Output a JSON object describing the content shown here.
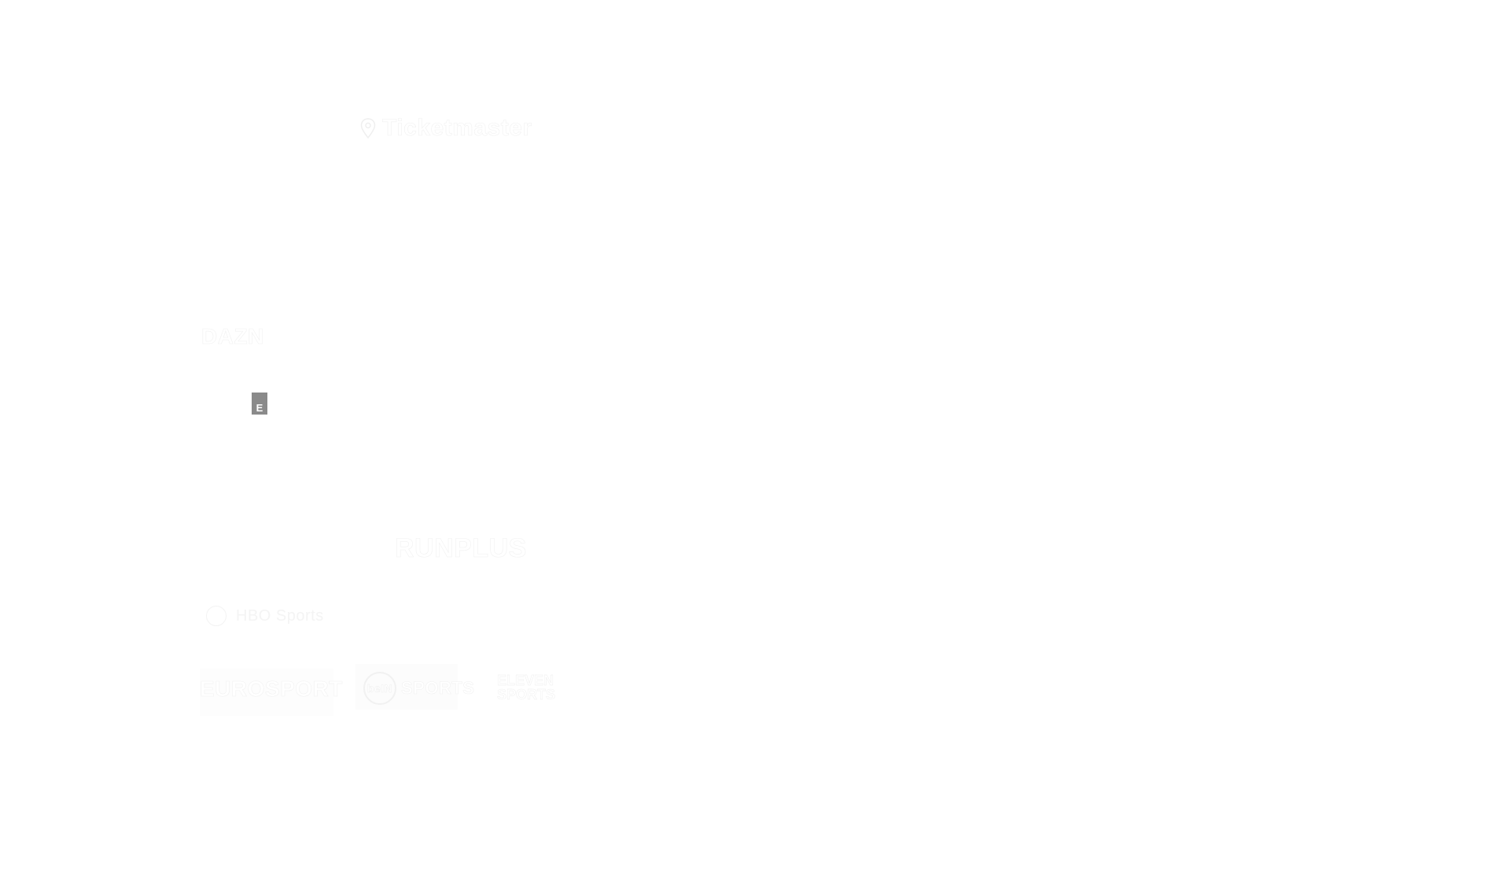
{
  "logos": {
    "top": "Ticketmaster",
    "mark": "DAZN",
    "tile": "E",
    "center": "RUNPLUS",
    "hbo": "HBO Sports",
    "eurosport": "EUROSPORT",
    "bein_badge": "beIN",
    "bein_label": "SPORTS",
    "stack_top": "ELEVEN",
    "stack_bottom": "SPORTS"
  },
  "icons": {
    "top": "location-pin-icon",
    "hbo": "circle-icon"
  },
  "colors": {
    "background": "#ffffff",
    "logo_tint": "#f4f4f4",
    "tile": "#8a8a8a"
  }
}
